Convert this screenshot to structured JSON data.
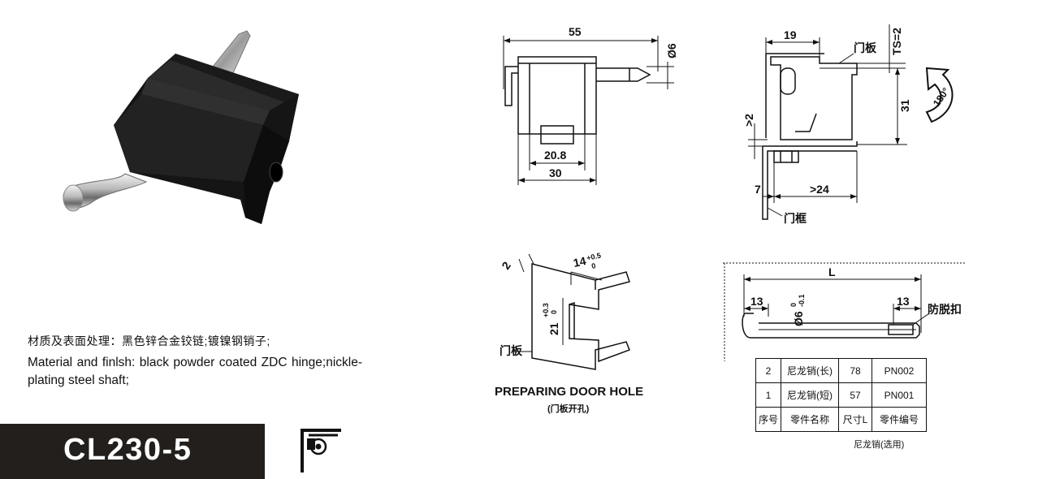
{
  "description": {
    "cn": "材质及表面处理：黑色锌合金铰链;镀镍钢销子;",
    "en": "Material and finlsh:  black powder coated ZDC hinge;nickle-plating steel shaft;"
  },
  "model": {
    "code": "CL230-5"
  },
  "front_view": {
    "dim_top": "55",
    "dim_dia": "Ø6",
    "dim_inner": "20.8",
    "dim_width": "30"
  },
  "side_view": {
    "dim_top": "19",
    "ts": "TS=2",
    "door_panel": "门板",
    "dim_height": "31",
    "dim_gap": ">2",
    "dim_7": "7",
    "dim_24": ">24",
    "door_frame": "门框",
    "rotation": "180°"
  },
  "door_hole": {
    "dim_2": "2",
    "dim_14": "14",
    "dim_14_tol_top": "+0.5",
    "dim_14_tol_bot": "0",
    "dim_21": "21",
    "dim_21_tol_top": "+0.3",
    "dim_21_tol_bot": "0",
    "door_panel": "门板",
    "title": "PREPARING DOOR HOLE",
    "subtitle": "(门板开孔)"
  },
  "pin": {
    "dim_L": "L",
    "dim_13_left": "13",
    "dim_13_right": "13",
    "dia": "Ø6",
    "dia_tol_top": "0",
    "dia_tol_bot": "-0.1",
    "anti_drop": "防脱扣",
    "table": {
      "rows": [
        [
          "2",
          "尼龙销(长)",
          "78",
          "PN002"
        ],
        [
          "1",
          "尼龙销(短)",
          "57",
          "PN001"
        ],
        [
          "序号",
          "零件名称",
          "尺寸L",
          "零件编号"
        ]
      ]
    },
    "note": "尼龙销(选用)"
  }
}
